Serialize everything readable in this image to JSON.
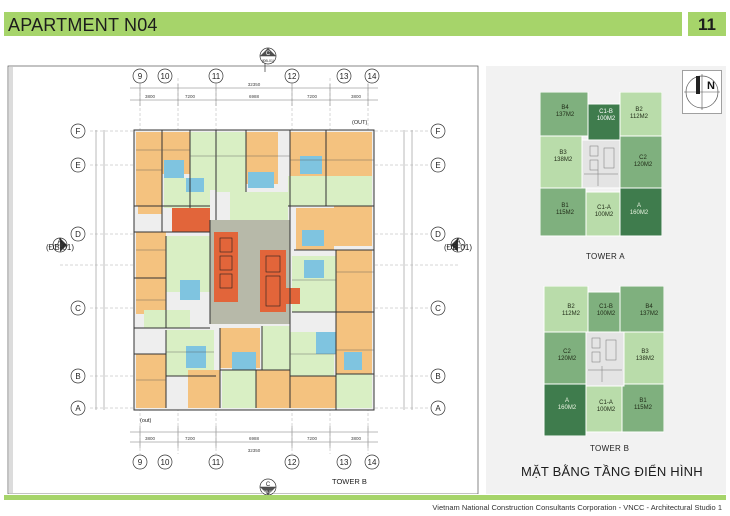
{
  "header": {
    "title": "APARTMENT N04",
    "page_number": "11"
  },
  "footer": {
    "credit": "Vietnam National Construction Consultants Corporation - VNCC - Architectural Studio 1"
  },
  "compass": {
    "label": "N"
  },
  "plan": {
    "section_marker": {
      "top_letter": "C",
      "bottom_letter": "C",
      "ref": "(ĐB-01)"
    },
    "side_marker": {
      "letter": "A",
      "ref": "(ĐB-01)"
    },
    "grid_columns": [
      "9",
      "10",
      "11",
      "12",
      "13",
      "14"
    ],
    "grid_rows": [
      "F",
      "E",
      "D",
      "C",
      "B",
      "A"
    ],
    "dims_top": [
      "3800",
      "7200",
      "6988",
      "7200",
      "3800"
    ],
    "dims_total": "32350",
    "out_top": "(OUT)",
    "out_bottom": "(out)",
    "tower_label": "TOWER B"
  },
  "tower_a": {
    "label": "TOWER A",
    "units": [
      {
        "code": "B4",
        "area": "137M2"
      },
      {
        "code": "C1-B",
        "area": "100M2"
      },
      {
        "code": "B2",
        "area": "112M2"
      },
      {
        "code": "B3",
        "area": "138M2"
      },
      {
        "code": "C2",
        "area": "120M2"
      },
      {
        "code": "B1",
        "area": "115M2"
      },
      {
        "code": "C1-A",
        "area": "100M2"
      },
      {
        "code": "A",
        "area": "160M2"
      }
    ]
  },
  "tower_b": {
    "label": "TOWER B",
    "units": [
      {
        "code": "B2",
        "area": "112M2"
      },
      {
        "code": "C1-B",
        "area": "100M2"
      },
      {
        "code": "B4",
        "area": "137M2"
      },
      {
        "code": "C2",
        "area": "120M2"
      },
      {
        "code": "B3",
        "area": "138M2"
      },
      {
        "code": "A",
        "area": "160M2"
      },
      {
        "code": "C1-A",
        "area": "100M2"
      },
      {
        "code": "B1",
        "area": "115M2"
      }
    ]
  },
  "plan_title": "MẶT BẰNG TẦNG ĐIỂN HÌNH",
  "colors": {
    "header_green": "#a6d46a",
    "unit_light": "#b9dcaa",
    "unit_mid": "#7fb07e",
    "unit_dark": "#3f7c4d",
    "room_orange": "#f4c27f",
    "room_green": "#d9efc4",
    "room_blue": "#7fc4e0",
    "stair_red": "#e2653a",
    "corridor": "#b7b9a9"
  }
}
